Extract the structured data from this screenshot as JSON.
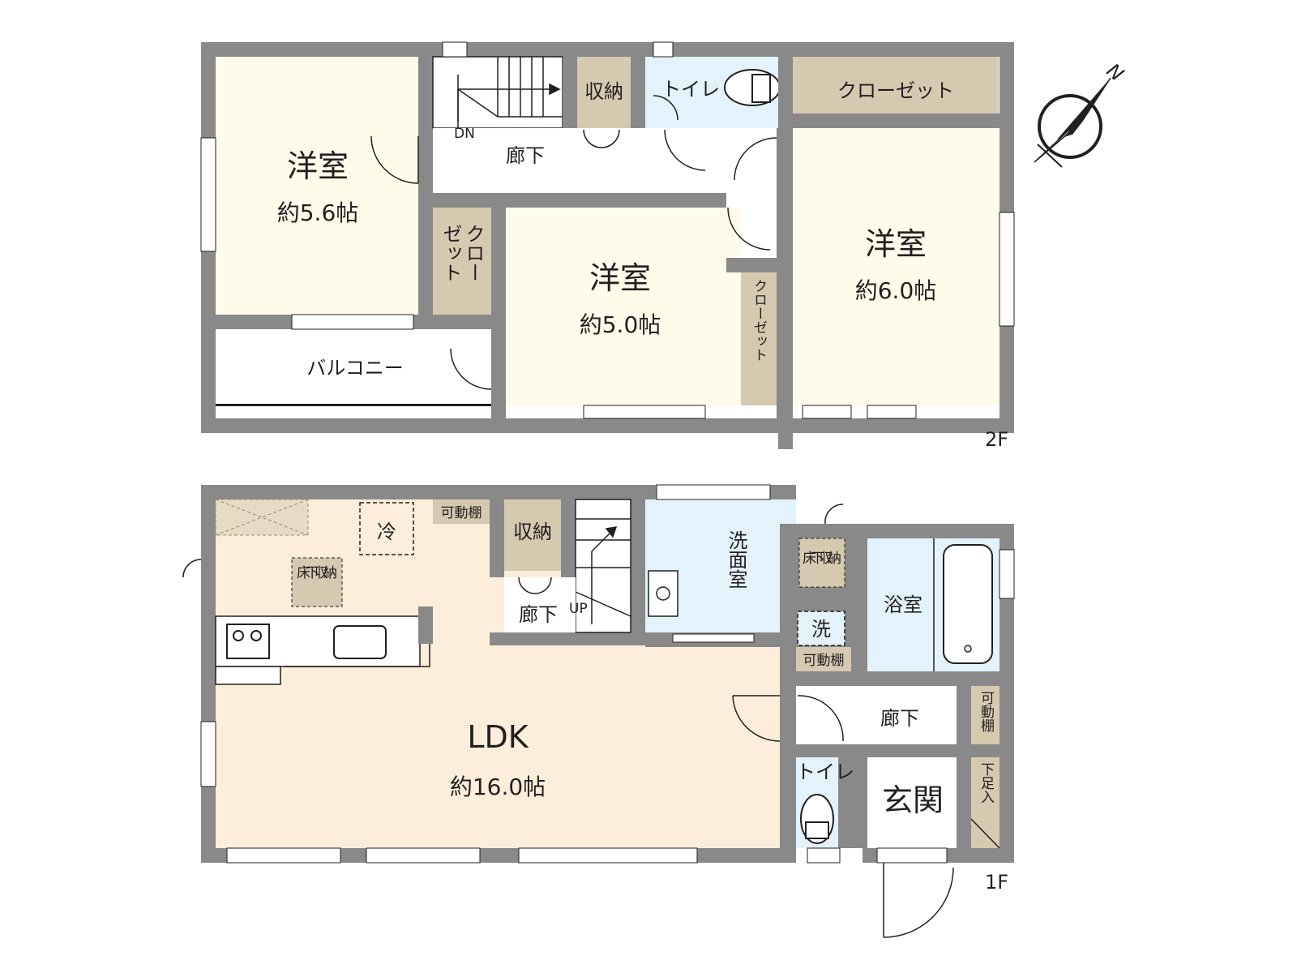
{
  "floors": {
    "second": {
      "label": "2F",
      "rooms": {
        "west_bedroom": {
          "name": "洋室",
          "area": "約5.6帖"
        },
        "center_bedroom": {
          "name": "洋室",
          "area": "約5.0帖"
        },
        "east_bedroom": {
          "name": "洋室",
          "area": "約6.0帖"
        },
        "balcony": {
          "name": "バルコニー"
        },
        "hallway": {
          "name": "廊下"
        },
        "storage": {
          "name": "収納"
        },
        "toilet": {
          "name": "トイレ"
        },
        "closet_top": {
          "name": "クローゼット"
        },
        "closet_west": {
          "col1": "クロー",
          "col2": "ゼット"
        },
        "closet_center": {
          "name": "クローゼット"
        }
      },
      "stairs_direction": "DN"
    },
    "first": {
      "label": "1F",
      "rooms": {
        "ldk": {
          "name": "LDK",
          "area": "約16.0帖"
        },
        "washroom": {
          "name": "洗面室"
        },
        "bath": {
          "name": "浴室"
        },
        "hallway_stairs": {
          "name": "廊下"
        },
        "hallway_entry": {
          "name": "廊下"
        },
        "toilet": {
          "name": "トイレ"
        },
        "entrance": {
          "name": "玄関"
        },
        "storage": {
          "name": "収納"
        }
      },
      "stairs_direction": "UP",
      "fixtures": {
        "fridge": "冷",
        "underfloor_kitchen": "床下収納",
        "underfloor_wash": "床下収納",
        "adjustable_shelf_kitchen": "可動棚",
        "adjustable_shelf_laundry": "可動棚",
        "adjustable_shelf_hall": "可動棚",
        "washer": "洗",
        "shoe_box": "下足入"
      }
    }
  },
  "compass": {
    "north": "N"
  },
  "colors": {
    "wall": "#898989",
    "bedroom_floor": "#fefbea",
    "ldk_floor": "#fdeedb",
    "wet_area_floor": "#e3f2fb",
    "storage_fill": "#d5c9b0"
  }
}
